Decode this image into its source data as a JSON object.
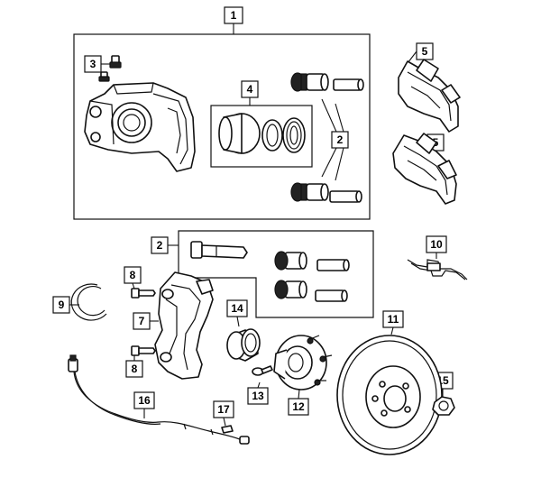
{
  "callouts": {
    "c1": "1",
    "c2a": "2",
    "c2b": "2",
    "c3": "3",
    "c4": "4",
    "c5a": "5",
    "c5b": "5",
    "c7": "7",
    "c8a": "8",
    "c8b": "8",
    "c9": "9",
    "c10": "10",
    "c11": "11",
    "c12": "12",
    "c13": "13",
    "c14": "14",
    "c15": "15",
    "c16": "16",
    "c17": "17"
  },
  "colors": {
    "line": "#111111",
    "fill_dark": "#222222",
    "background": "#ffffff"
  }
}
